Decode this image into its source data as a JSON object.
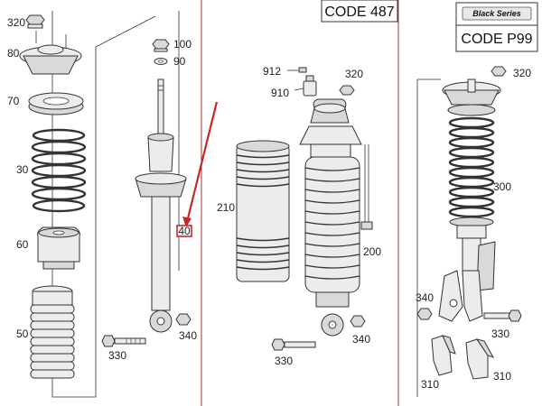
{
  "labels": {
    "l320a": "320",
    "l80": "80",
    "l70": "70",
    "l30": "30",
    "l60": "60",
    "l50": "50",
    "l100": "100",
    "l90": "90",
    "l40": "40",
    "l340a": "340",
    "l330a": "330",
    "l912": "912",
    "l910": "910",
    "l320b": "320",
    "l210": "210",
    "l200": "200",
    "l340b": "340",
    "l330b": "330",
    "l320c": "320",
    "l300": "300",
    "l340c": "340",
    "l330c": "330",
    "l310a": "310",
    "l310b": "310"
  },
  "codes": {
    "code487": "CODE 487",
    "codeP99": "CODE P99",
    "black_series": "Black Series"
  },
  "colors": {
    "frame": "#aa3333",
    "highlight": "#c62828"
  }
}
